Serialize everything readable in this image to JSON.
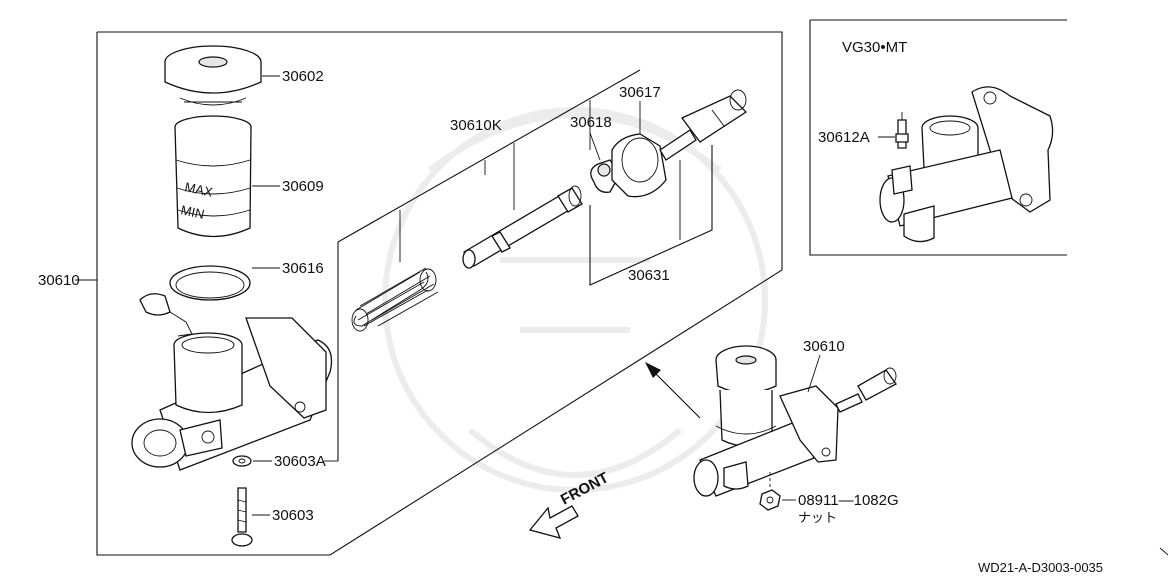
{
  "diagram": {
    "inset_title": "VG30•MT",
    "front_label": "FRONT",
    "footer_code": "WD21-A-D3003-0035",
    "nut_label": "ナット",
    "labels": {
      "p30602": "30602",
      "p30609": "30609",
      "p30616": "30616",
      "p30610_main": "30610",
      "p30603A": "30603A",
      "p30603": "30603",
      "p30610K": "30610K",
      "p30618": "30618",
      "p30617": "30617",
      "p30631": "30631",
      "p30612A": "30612A",
      "p30610_small": "30610",
      "p08911": "08911—1082G"
    },
    "reservoir_marks": {
      "max": "MAX",
      "min": "MIN"
    }
  }
}
